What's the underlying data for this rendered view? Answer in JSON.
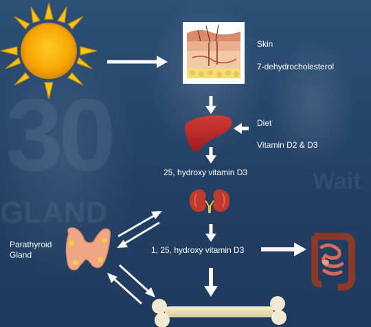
{
  "labels": {
    "skin": "Skin",
    "dehydro": "7-dehydrocholesterol",
    "diet": "Diet",
    "vitamin_d2_d3": "Vitamin D2 & D3",
    "hydroxy_d3": "25, hydroxy vitamin D3",
    "dihydroxy_d3": "1, 25, hydroxy vitamin D3",
    "parathyroid_line1": "Parathyroid",
    "parathyroid_line2": "Gland"
  },
  "background_text": {
    "number": "30",
    "country": "GLAND",
    "sponsor": "Wait"
  },
  "colors": {
    "background": "#27476c",
    "sun": "#f5a300",
    "liver": "#c0262a",
    "arrow": "#ffffff",
    "text": "#ffffff"
  },
  "icons": [
    "sun-icon",
    "skin-icon",
    "liver-icon",
    "kidney-icon",
    "parathyroid-icon",
    "intestine-icon",
    "bone-icon"
  ]
}
